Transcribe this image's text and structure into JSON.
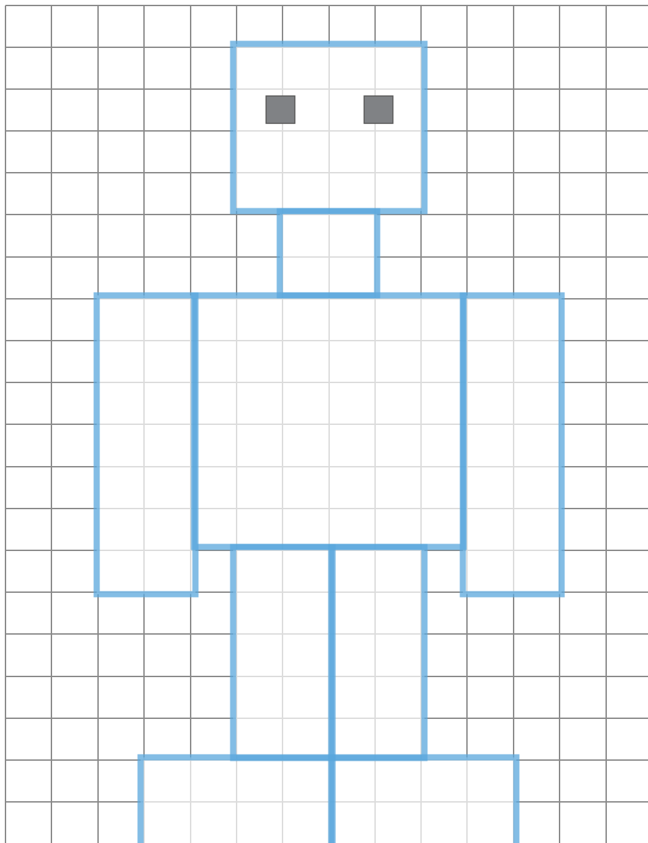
{
  "figure": {
    "kind": "grid-paper robot drawing",
    "colors": {
      "background": "#ffffff",
      "grid_line": "#8a8a8a",
      "inner_grid_line": "#dcdcdc",
      "outline": "#5aa7dc",
      "eye_fill": "#808285",
      "eye_stroke": "#555555"
    },
    "parts": [
      {
        "name": "head",
        "fill": "white"
      },
      {
        "name": "neck",
        "fill": "white"
      },
      {
        "name": "body",
        "fill": "white"
      },
      {
        "name": "left-arm",
        "fill": "white"
      },
      {
        "name": "right-arm",
        "fill": "white"
      },
      {
        "name": "left-leg",
        "fill": "white"
      },
      {
        "name": "right-leg",
        "fill": "white"
      },
      {
        "name": "left-foot",
        "fill": "white"
      },
      {
        "name": "right-foot",
        "fill": "white"
      }
    ],
    "eyes": [
      "left-eye",
      "right-eye"
    ]
  }
}
